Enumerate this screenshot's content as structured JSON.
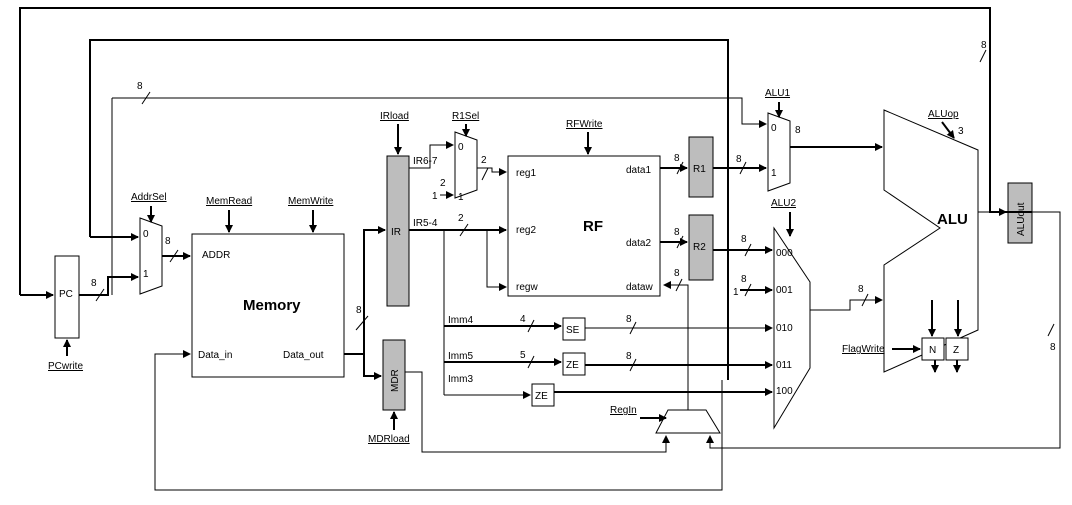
{
  "blocks": {
    "pc": "PC",
    "memory": "Memory",
    "addr": "ADDR",
    "data_in": "Data_in",
    "data_out": "Data_out",
    "ir": "IR",
    "mdr": "MDR",
    "rf": "RF",
    "reg1": "reg1",
    "reg2": "reg2",
    "regw": "regw",
    "data1": "data1",
    "data2": "data2",
    "dataw": "dataw",
    "r1": "R1",
    "r2": "R2",
    "alu": "ALU",
    "aluout": "ALUout",
    "se": "SE",
    "ze1": "ZE",
    "ze2": "ZE",
    "n": "N",
    "z": "Z"
  },
  "signals": {
    "addrsel": "AddrSel",
    "memread": "MemRead",
    "memwrite": "MemWrite",
    "pcwrite": "PCwrite",
    "irload": "IRload",
    "r1sel": "R1Sel",
    "rfwrite": "RFWrite",
    "mdrload": "MDRload",
    "regin": "RegIn",
    "alu1": "ALU1",
    "alu2": "ALU2",
    "aluop": "ALUop",
    "flagwrite": "FlagWrite"
  },
  "fields": {
    "ir67": "IR6-7",
    "ir54": "IR5-4",
    "imm4": "Imm4",
    "imm5": "Imm5",
    "imm3": "Imm3"
  },
  "mux_inputs": {
    "zero": "0",
    "one": "1",
    "alu2_000": "000",
    "alu2_001": "001",
    "alu2_010": "010",
    "alu2_011": "011",
    "alu2_100": "100"
  },
  "widths": {
    "eight": "8",
    "two": "2",
    "three": "3",
    "four": "4",
    "five": "5"
  }
}
